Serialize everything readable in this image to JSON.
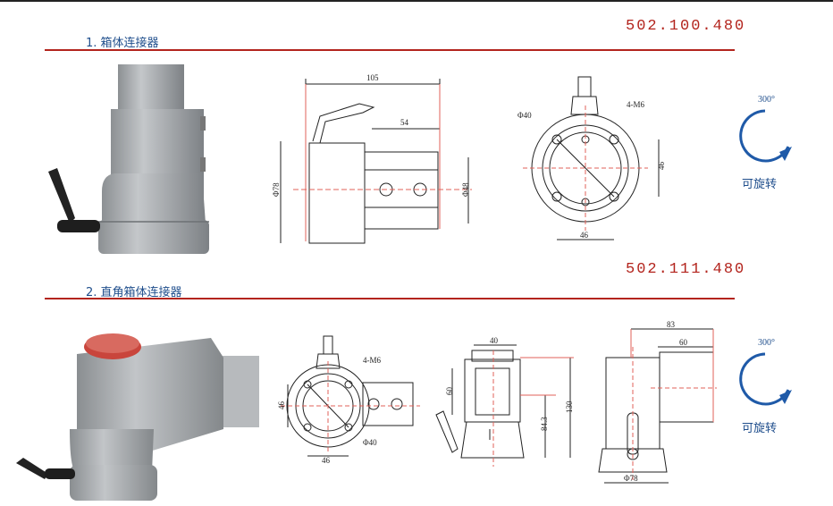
{
  "section1": {
    "title": "1. 箱体连接器",
    "code": "502.100.480",
    "rotation": {
      "angle": "300°",
      "label": "可旋转"
    },
    "drawing_side": {
      "d_overall": "105",
      "d_right": "54",
      "d_left_dia": "Φ78",
      "d_right_dia": "Φ48"
    },
    "drawing_flange": {
      "d_dia": "Φ40",
      "d_holes": "4-M6",
      "d_height": "46",
      "d_width": "46"
    }
  },
  "section2": {
    "title": "2. 直角箱体连接器",
    "code": "502.111.480",
    "rotation": {
      "angle": "300°",
      "label": "可旋转"
    },
    "drawing_flange": {
      "d_holes": "4-M6",
      "d_height": "46",
      "d_width": "46",
      "d_dia": "Φ40"
    },
    "drawing_front": {
      "d_top": "40",
      "d_mid": "60",
      "d_low": "84.3",
      "d_total": "130"
    },
    "drawing_side": {
      "d_top": "83",
      "d_arm": "60",
      "d_base_dia": "Φ78"
    }
  },
  "colors": {
    "accent_red": "#b3241d",
    "title_blue": "#1f4e8c",
    "product_gray": "#a9adb0",
    "cap_red": "#c9453c"
  }
}
